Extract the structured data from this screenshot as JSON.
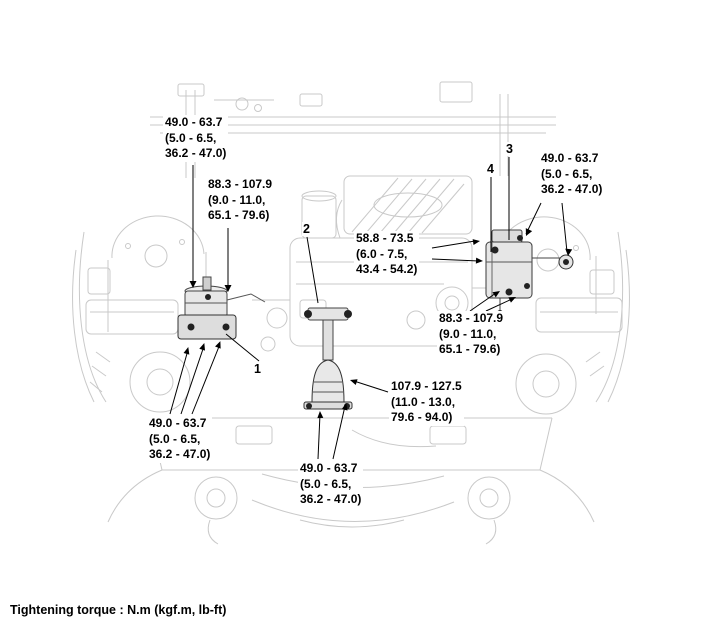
{
  "diagram": {
    "footer_note": "Tightening torque : N.m (kgf.m, lb-ft)",
    "part_numbers": [
      "1",
      "2",
      "3",
      "4"
    ],
    "torque_labels": [
      {
        "lines": [
          "49.0 - 63.7",
          "(5.0 - 6.5,",
          "36.2 - 47.0)"
        ]
      },
      {
        "lines": [
          "88.3 - 107.9",
          "(9.0 - 11.0,",
          "65.1 - 79.6)"
        ]
      },
      {
        "lines": [
          "49.0 - 63.7",
          "(5.0 - 6.5,",
          "36.2 - 47.0)"
        ]
      },
      {
        "lines": [
          "58.8 - 73.5",
          "(6.0 - 7.5,",
          "43.4 - 54.2)"
        ]
      },
      {
        "lines": [
          "88.3 - 107.9",
          "(9.0 - 11.0,",
          "65.1 - 79.6)"
        ]
      },
      {
        "lines": [
          "107.9 - 127.5",
          "(11.0 - 13.0,",
          "79.6 - 94.0)"
        ]
      },
      {
        "lines": [
          "49.0 - 63.7",
          "(5.0 - 6.5,",
          "36.2 - 47.0)"
        ]
      },
      {
        "lines": [
          "49.0 - 63.7",
          "(5.0 - 6.5,",
          "36.2 - 47.0)"
        ]
      }
    ],
    "colors": {
      "line_art": "#c9c9c9",
      "callout": "#000000",
      "text": "#000000"
    }
  }
}
